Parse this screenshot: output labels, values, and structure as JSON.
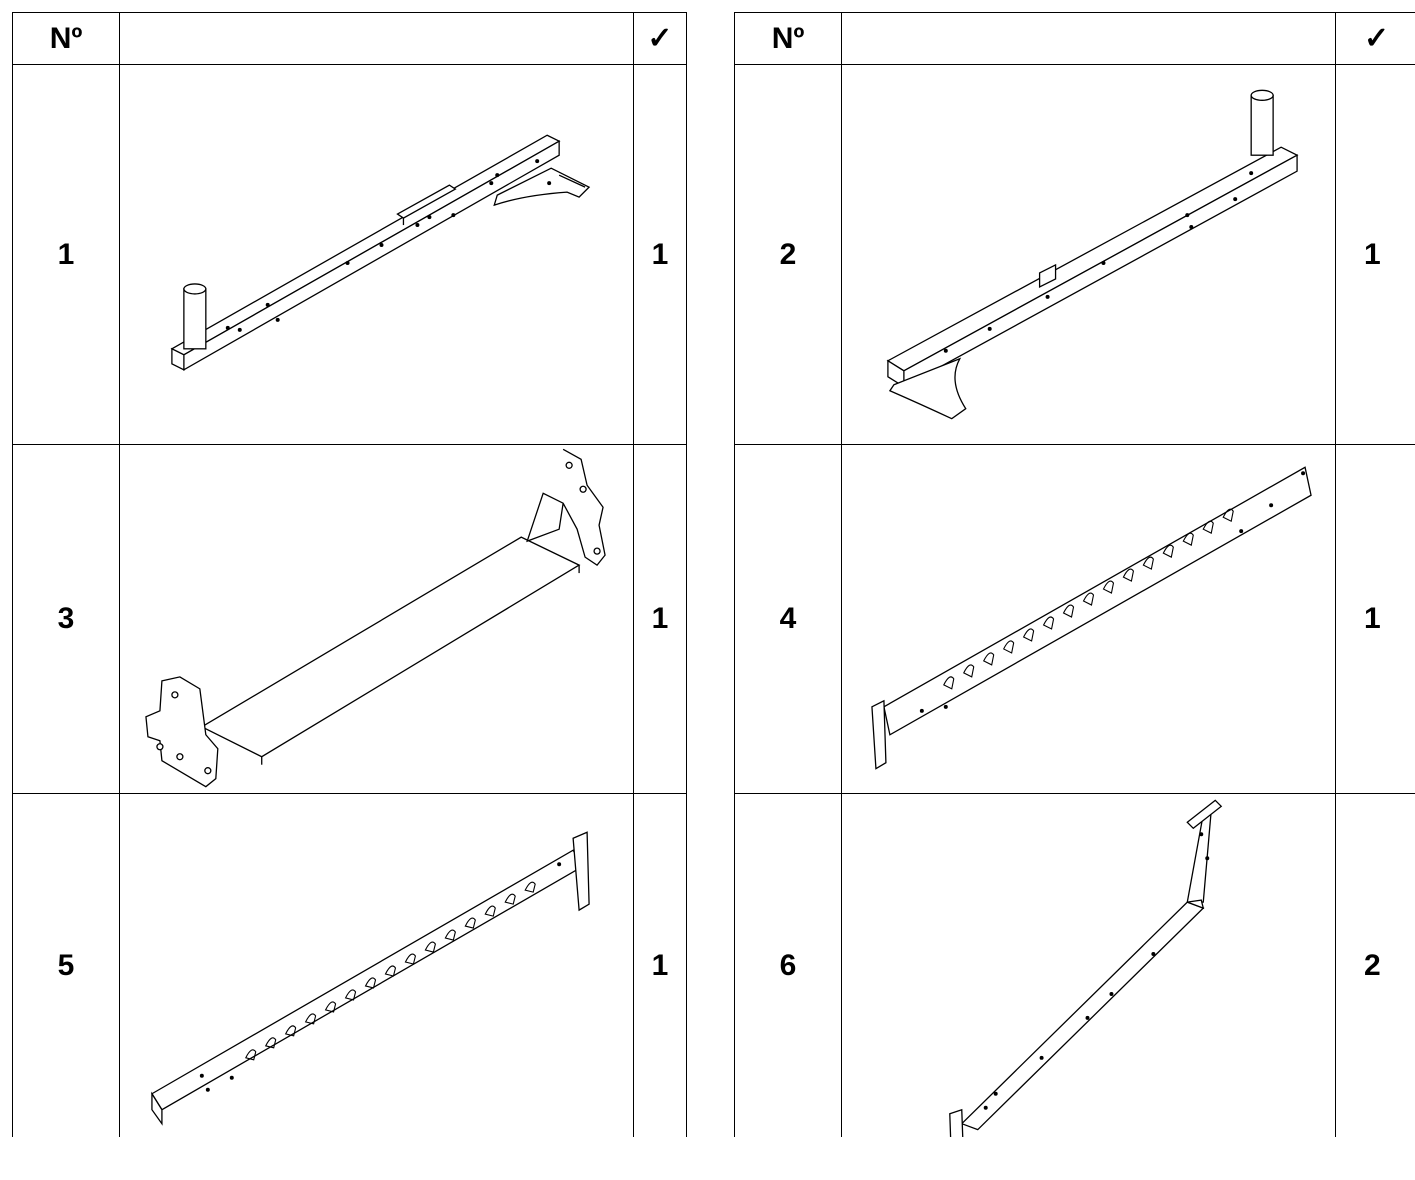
{
  "header": {
    "num_label": "Nº",
    "check_label": "✓"
  },
  "parts": [
    {
      "number": "1",
      "qty": "1",
      "icon": "frame-arm-left-icon"
    },
    {
      "number": "2",
      "qty": "1",
      "icon": "frame-arm-right-icon"
    },
    {
      "number": "3",
      "qty": "1",
      "icon": "cross-bar-icon"
    },
    {
      "number": "4",
      "qty": "1",
      "icon": "slotted-rail-icon"
    },
    {
      "number": "5",
      "qty": "1",
      "icon": "slotted-rail-icon"
    },
    {
      "number": "6",
      "qty": "2",
      "icon": "angled-brace-icon"
    }
  ]
}
